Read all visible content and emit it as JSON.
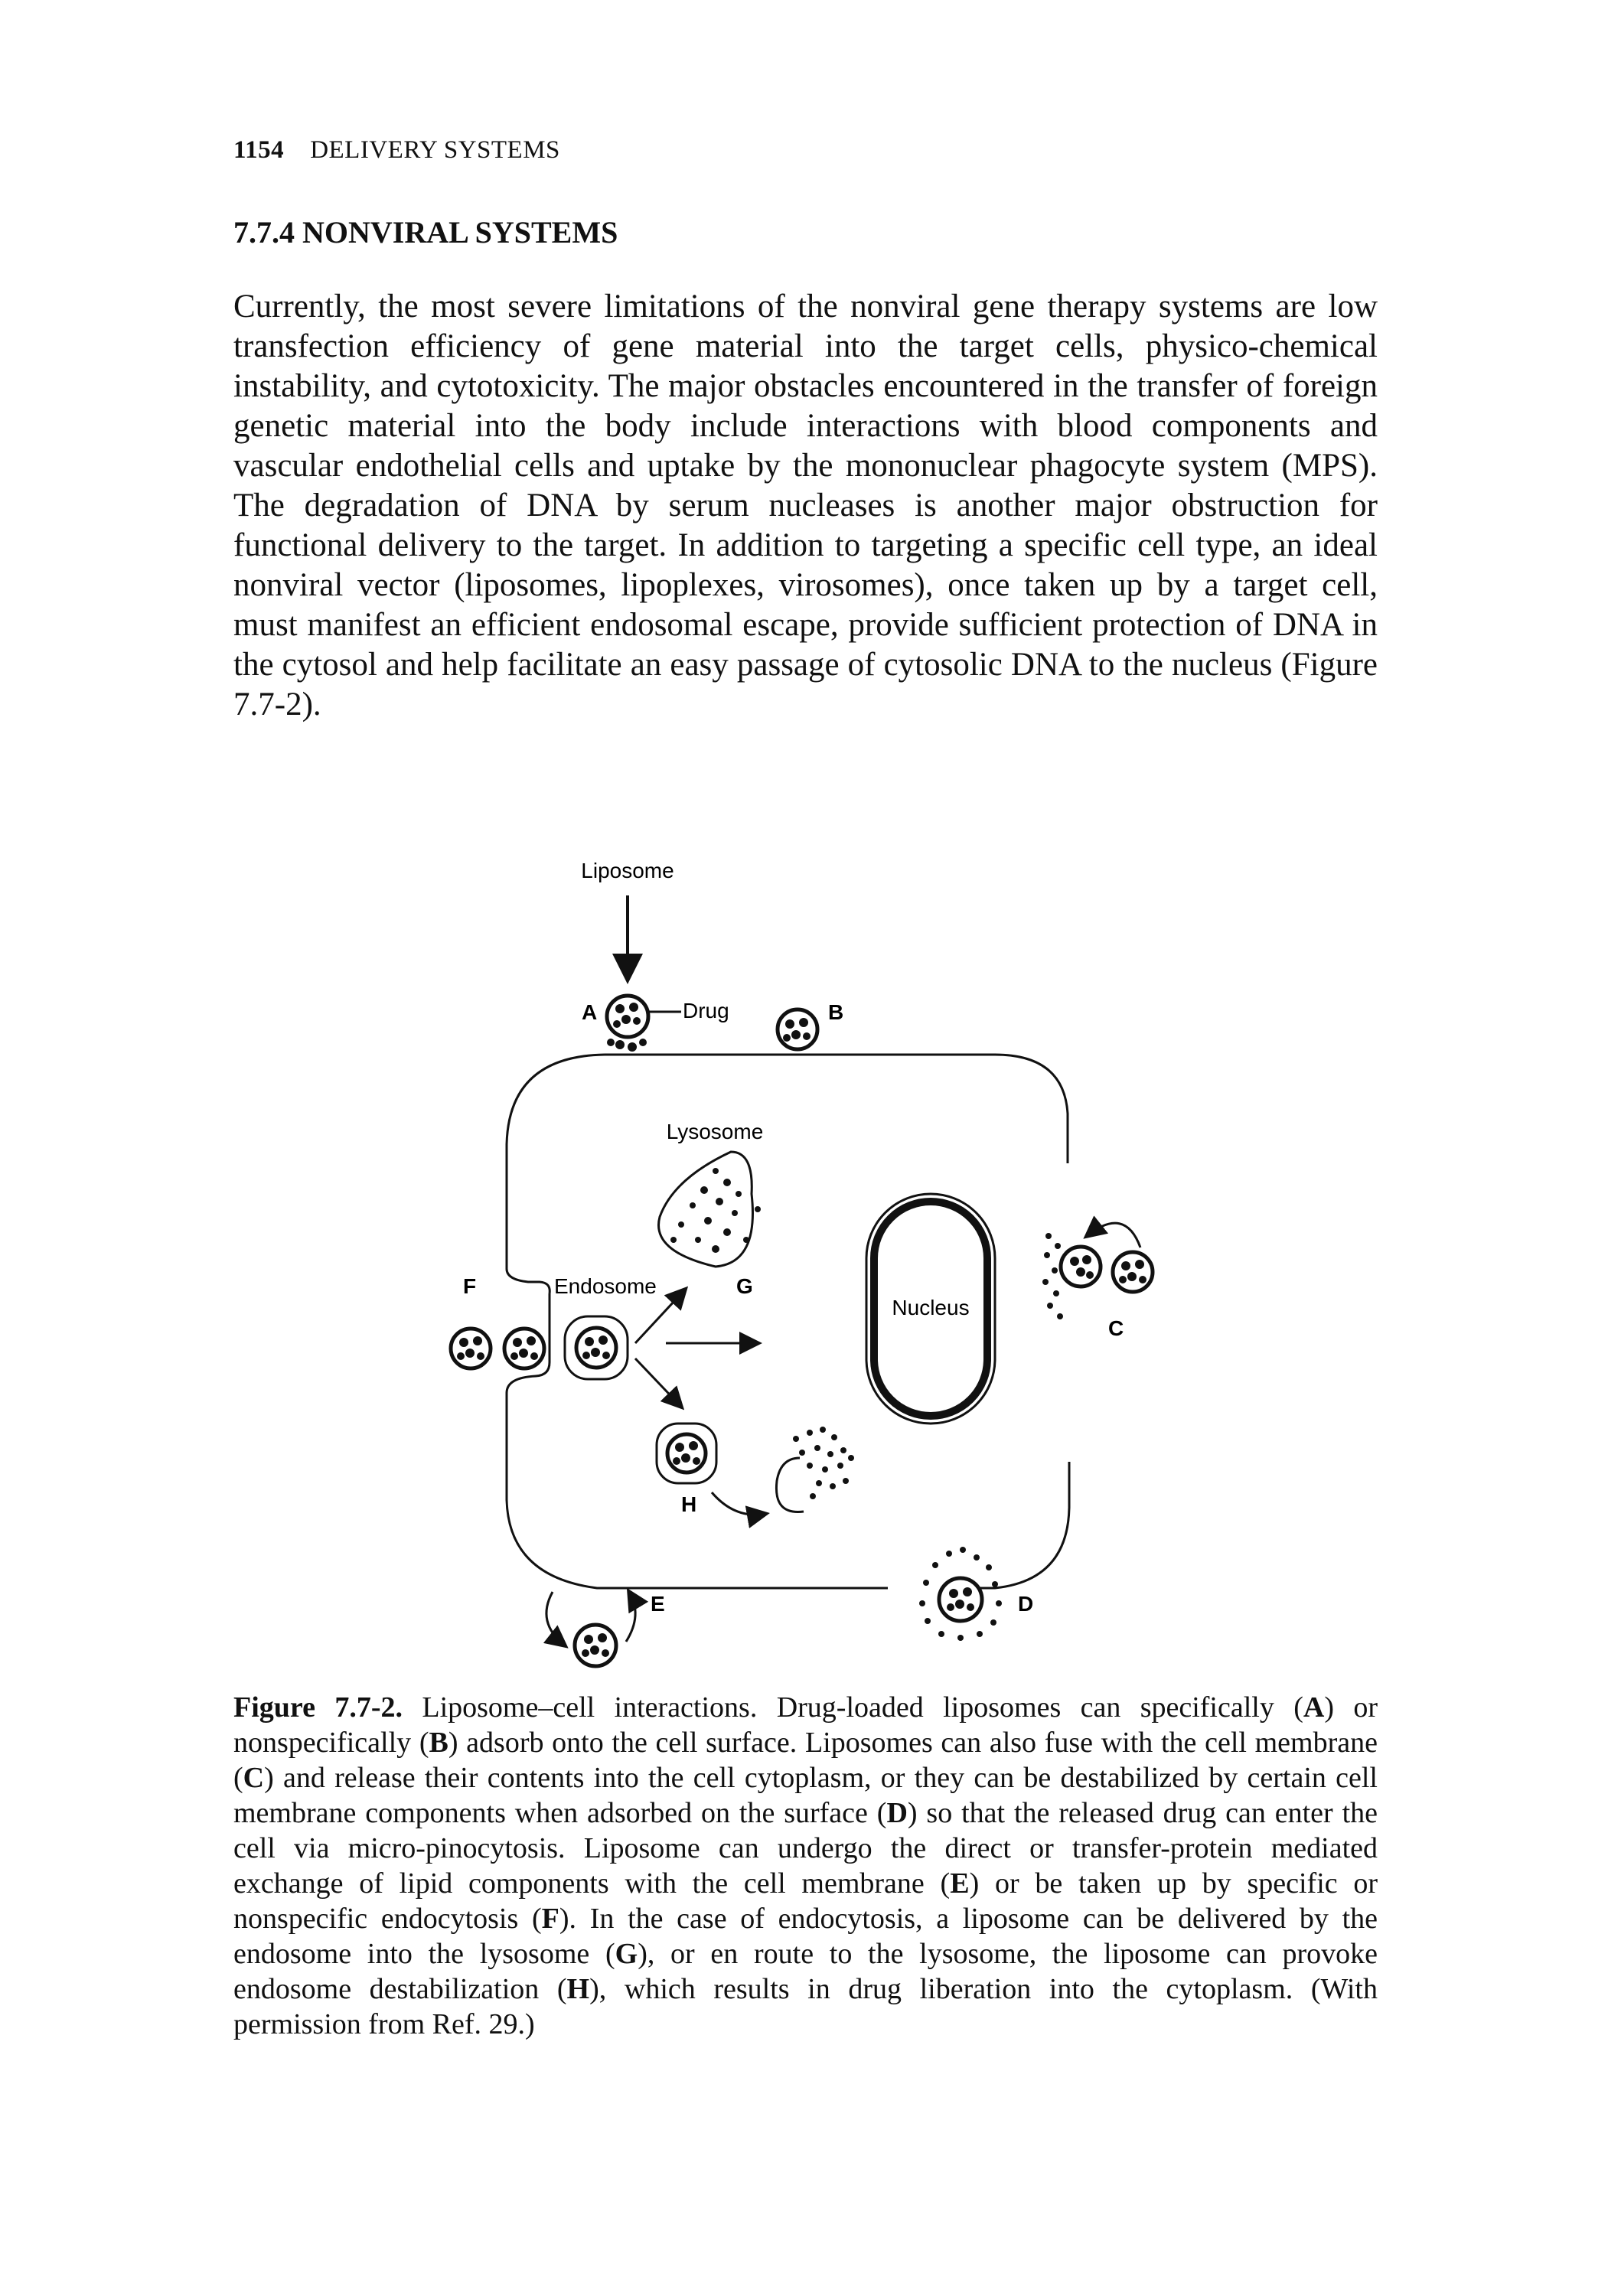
{
  "page": {
    "page_number": "1154",
    "running_head": "DELIVERY SYSTEMS",
    "section_title": "7.7.4 NONVIRAL SYSTEMS",
    "body": "Currently, the most severe limitations of the nonviral gene therapy systems are low transfection efficiency of gene material into the target cells, physico-chemical instability, and cytotoxicity. The major obstacles encountered in the transfer of foreign genetic material into the body include interactions with blood components and vascular endothelial cells and uptake by the mononuclear phagocyte system (MPS). The degradation of DNA by serum nucleases is another major obstruction for functional delivery to the target. In addition to targeting a specific cell type, an ideal nonviral vector (liposomes, lipoplexes, virosomes), once taken up by a target cell, must manifest an efficient endosomal escape, provide sufficient protection of DNA in the cytosol and help facilitate an easy passage of cytosolic DNA to the nucleus (Figure 7.7-2)."
  },
  "figure": {
    "labels": {
      "liposome": "Liposome",
      "drug": "Drug",
      "lysosome": "Lysosome",
      "endosome": "Endosome",
      "nucleus": "Nucleus",
      "a": "A",
      "b": "B",
      "c": "C",
      "d": "D",
      "e": "E",
      "f": "F",
      "g": "G",
      "h": "H"
    },
    "caption": {
      "label": "Figure 7.7-2.",
      "seg1": " Liposome–cell interactions. Drug-loaded liposomes can specifically (",
      "a": "A",
      "seg2": ") or nonspecifically (",
      "b": "B",
      "seg3": ") adsorb onto the cell surface. Liposomes can also fuse with the cell membrane (",
      "c": "C",
      "seg4": ") and release their contents into the cell cytoplasm, or they can be destabilized by certain cell membrane components when adsorbed on the surface (",
      "d": "D",
      "seg5": ") so that the released drug can enter the cell via micro-pinocytosis. Liposome can undergo the direct or transfer-protein mediated exchange of lipid components with the cell membrane (",
      "e": "E",
      "seg6": ") or be taken up by specific or nonspecific endocytosis (",
      "f": "F",
      "seg7": "). In the case of endocytosis, a liposome can be delivered by the endosome into the lysosome (",
      "g": "G",
      "seg8": "), or en route to the lysosome, the liposome can provoke endosome destabilization (",
      "h": "H",
      "seg9": "), which results in drug liberation into the cytoplasm. (With permission from Ref. 29.)"
    }
  }
}
